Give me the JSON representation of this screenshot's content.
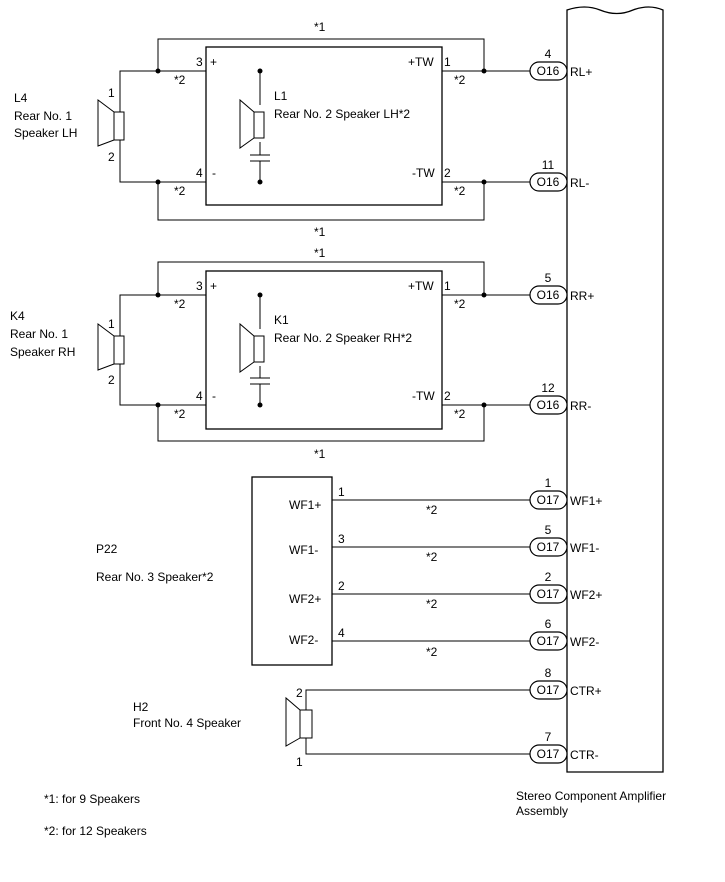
{
  "notes": {
    "star1": "*1",
    "star2": "*2",
    "note1": "*1: for 9 Speakers",
    "note2": "*2: for 12 Speakers"
  },
  "pins": {
    "p1": "1",
    "p2": "2",
    "p3": "3",
    "p4": "4"
  },
  "crossover": {
    "plus": "+",
    "minus": "-",
    "tw_plus": "+TW",
    "tw_minus": "-TW"
  },
  "amp": {
    "label_line1": "Stereo Component Amplifier",
    "label_line2": "Assembly"
  },
  "l4": {
    "code": "L4",
    "line1": "Rear No. 1",
    "line2": "Speaker LH"
  },
  "l1": {
    "code": "L1",
    "name": "Rear No. 2 Speaker LH*2"
  },
  "k4": {
    "code": "K4",
    "line1": "Rear No. 1",
    "line2": "Speaker RH"
  },
  "k1": {
    "code": "K1",
    "name": "Rear No. 2 Speaker RH*2"
  },
  "p22": {
    "code": "P22",
    "name": "Rear No. 3 Speaker*2",
    "wf1p": "WF1+",
    "wf1m": "WF1-",
    "wf2p": "WF2+",
    "wf2m": "WF2-"
  },
  "h2": {
    "code": "H2",
    "name": "Front No. 4 Speaker"
  },
  "connectors": [
    {
      "pin": "4",
      "conn": "O16",
      "sig": "RL+"
    },
    {
      "pin": "11",
      "conn": "O16",
      "sig": "RL-"
    },
    {
      "pin": "5",
      "conn": "O16",
      "sig": "RR+"
    },
    {
      "pin": "12",
      "conn": "O16",
      "sig": "RR-"
    },
    {
      "pin": "1",
      "conn": "O17",
      "sig": "WF1+"
    },
    {
      "pin": "5",
      "conn": "O17",
      "sig": "WF1-"
    },
    {
      "pin": "2",
      "conn": "O17",
      "sig": "WF2+"
    },
    {
      "pin": "6",
      "conn": "O17",
      "sig": "WF2-"
    },
    {
      "pin": "8",
      "conn": "O17",
      "sig": "CTR+"
    },
    {
      "pin": "7",
      "conn": "O17",
      "sig": "CTR-"
    }
  ]
}
